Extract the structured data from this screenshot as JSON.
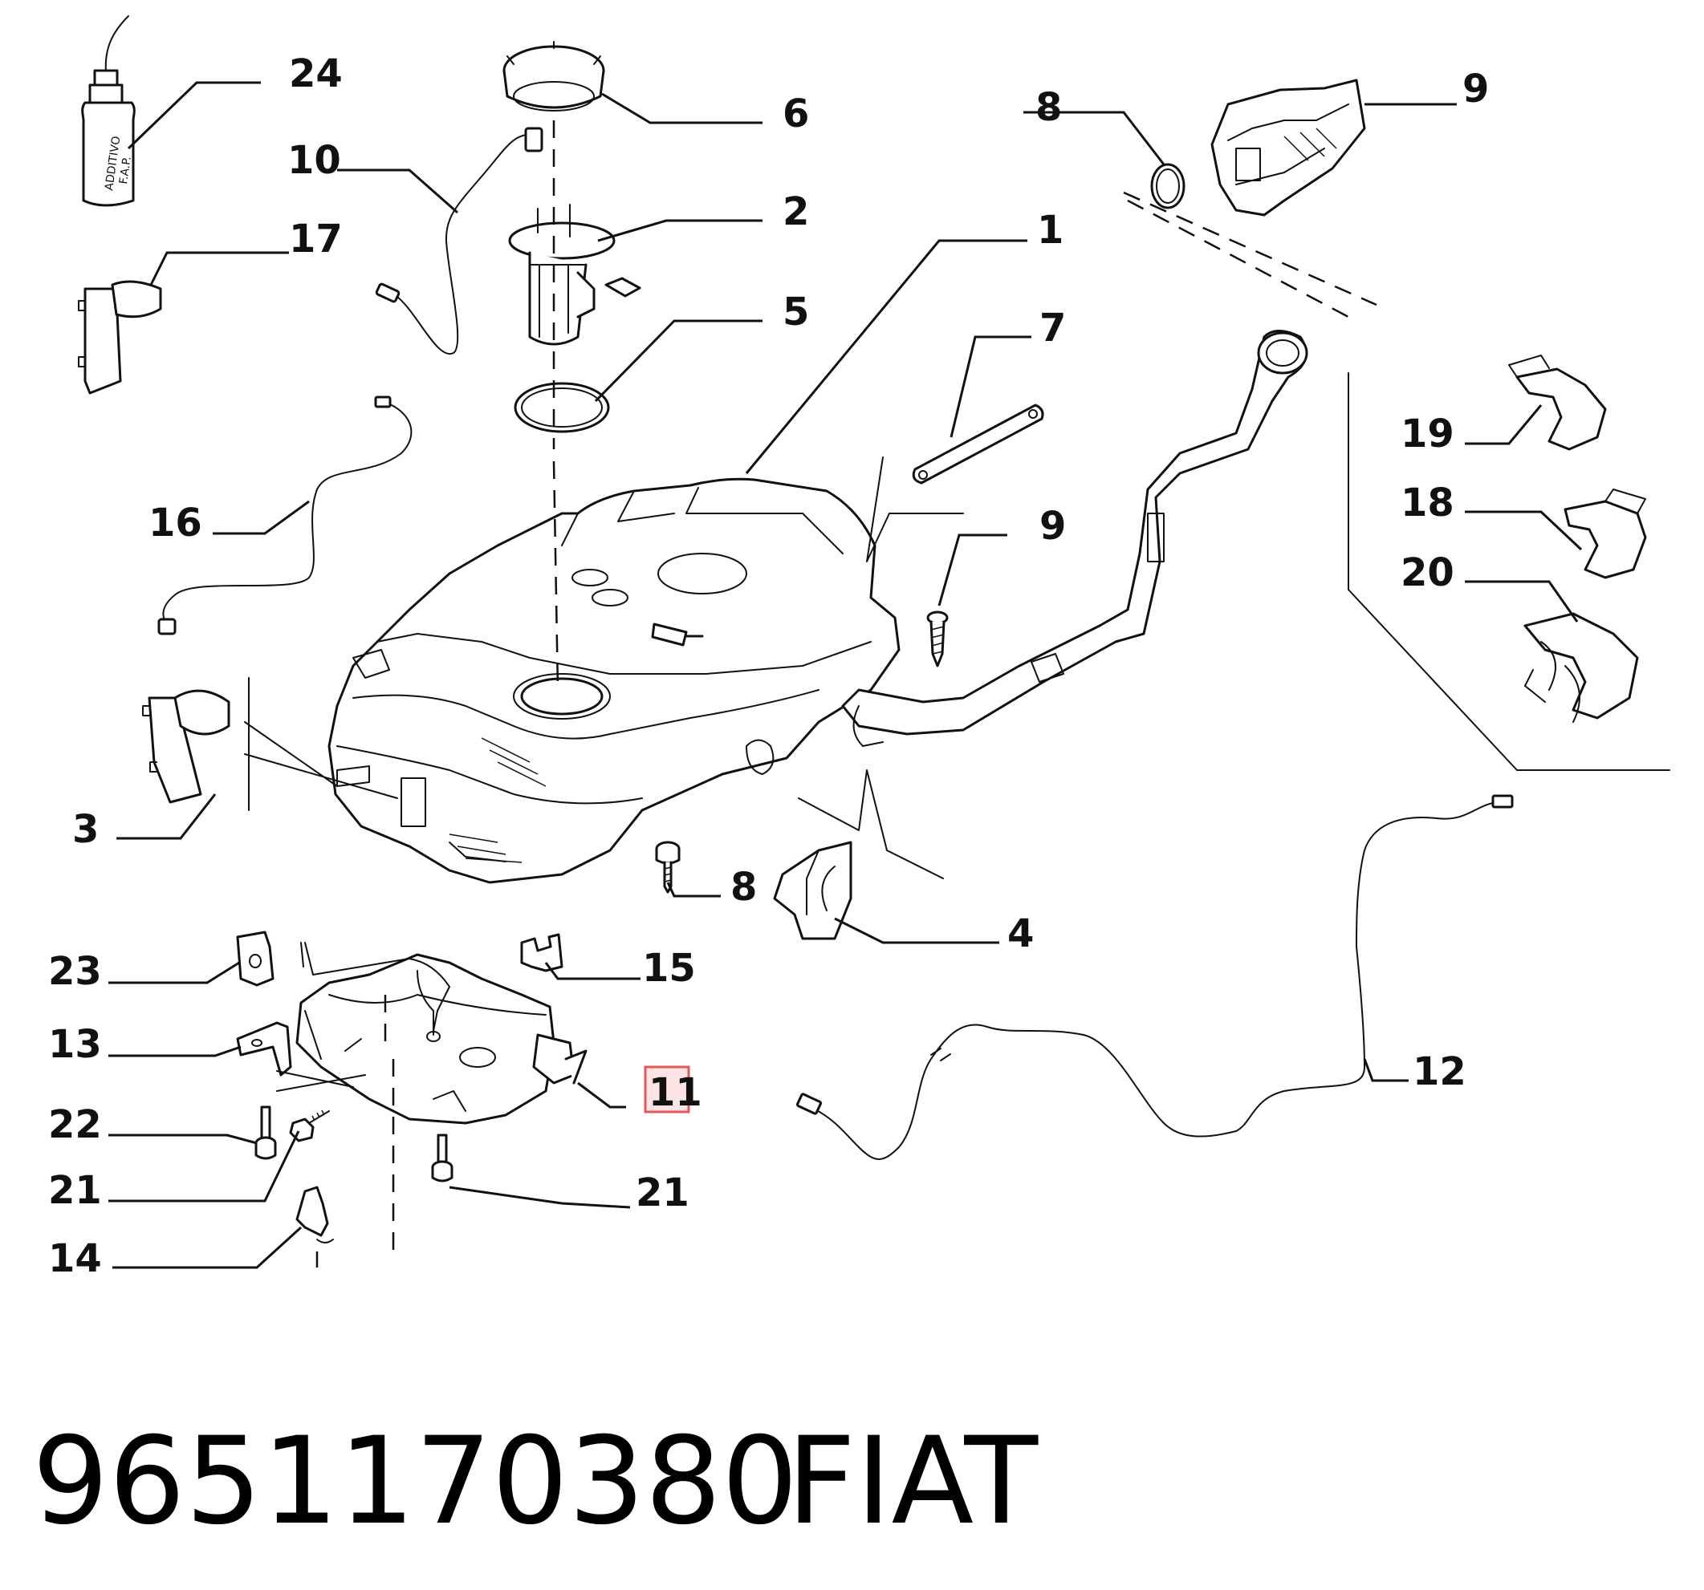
{
  "callouts": {
    "c1": "1",
    "c2": "2",
    "c3": "3",
    "c4": "4",
    "c5": "5",
    "c6": "6",
    "c7": "7",
    "c8a": "8",
    "c8b": "8",
    "c9a": "9",
    "c9b": "9",
    "c10": "10",
    "c11": "11",
    "c12": "12",
    "c13": "13",
    "c14": "14",
    "c15": "15",
    "c16": "16",
    "c17": "17",
    "c18": "18",
    "c19": "19",
    "c20": "20",
    "c21a": "21",
    "c21b": "21",
    "c22": "22",
    "c23": "23",
    "c24": "24"
  },
  "bottle_label": {
    "line1": "ADDITIVO",
    "line2": "F.A.P."
  },
  "highlighted_callout": "11",
  "footer": {
    "part_number": "9651170380",
    "brand": "FIAT"
  },
  "colors": {
    "line": "#111111",
    "highlight_fill": "#fde4e4",
    "highlight_stroke": "#e05a5a"
  }
}
